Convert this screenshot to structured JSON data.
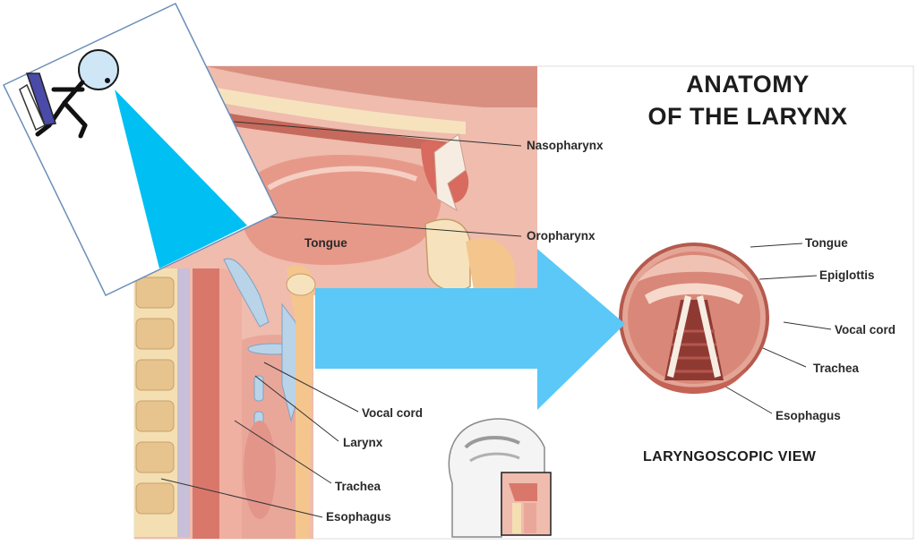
{
  "diagram": {
    "title_line1": "ANATOMY",
    "title_line2": "OF THE LARYNX",
    "sagittal_labels": {
      "nasopharynx": "Nasopharynx",
      "oropharynx": "Oropharynx",
      "tongue": "Tongue",
      "vocal_cord": "Vocal cord",
      "larynx": "Larynx",
      "trachea": "Trachea",
      "esophagus": "Esophagus"
    },
    "laryngoscopic_labels": {
      "tongue": "Tongue",
      "epiglottis": "Epiglottis",
      "vocal_cord": "Vocal cord",
      "trachea": "Trachea",
      "esophagus": "Esophagus"
    },
    "laryngoscopic_caption": "LARYNGOSCOPIC VIEW",
    "colors": {
      "tissue": "#e9a79a",
      "tissue_dark": "#c8705f",
      "bone": "#f4dfb3",
      "arrow": "#5bc8f7",
      "scope_beam": "#00bff3",
      "cartilage": "#b9d3e8"
    }
  }
}
